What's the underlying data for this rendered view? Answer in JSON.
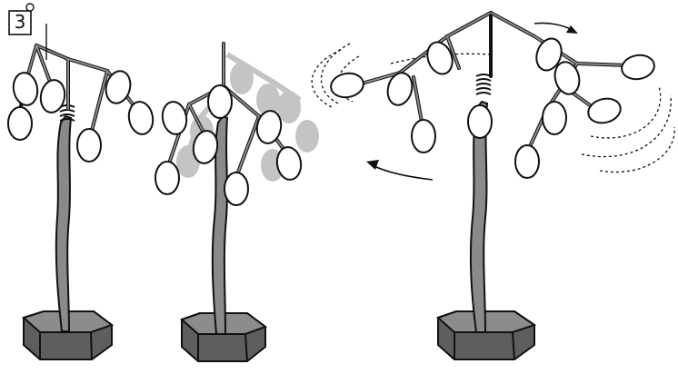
{
  "step": {
    "number": "3"
  },
  "palette": {
    "stem": "#8a8a8a",
    "outline": "#111111",
    "ghost": "#c4c4c4",
    "base_top": "#8c8c8c",
    "base_side": "#5e5e5e",
    "pod": "#ffffff"
  },
  "panels": [
    {
      "name": "mobile-assembled",
      "state": "static"
    },
    {
      "name": "mobile-balanced",
      "state": "previous-position-ghosted"
    },
    {
      "name": "mobile-spinning",
      "state": "rotating"
    }
  ]
}
